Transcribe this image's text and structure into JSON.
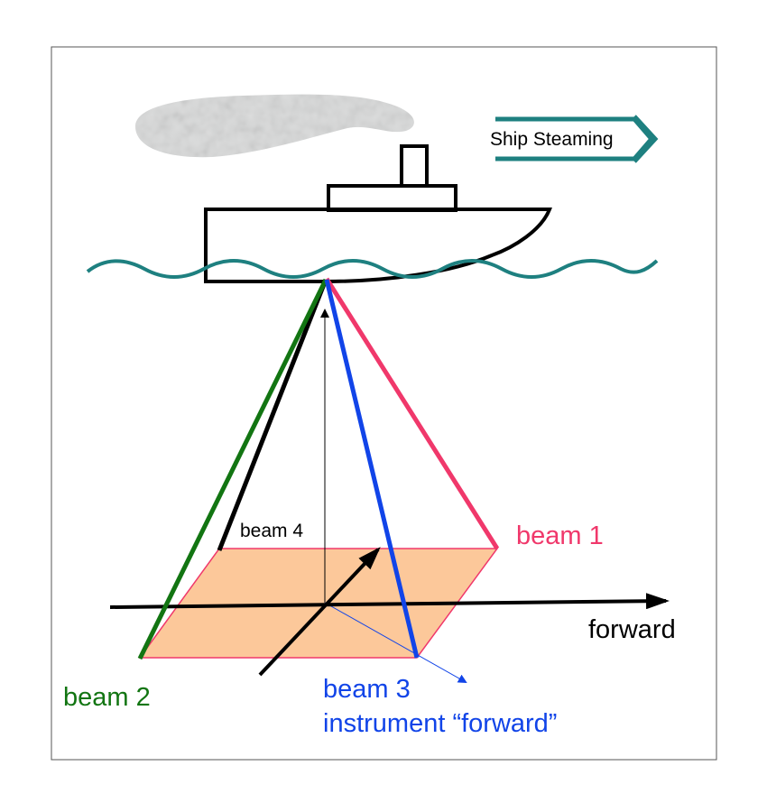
{
  "labels": {
    "ship_steaming": "Ship Steaming",
    "beam1": "beam 1",
    "beam2": "beam 2",
    "beam3": "beam 3",
    "beam4": "beam 4",
    "instrument_forward": "instrument “forward”",
    "forward": "forward"
  },
  "colors": {
    "frame": "#555555",
    "ship": "#000000",
    "water": "#1e8080",
    "steaming_arrow": "#1e8080",
    "beam1": "#f0386b",
    "beam2": "#127512",
    "beam3": "#1144e8",
    "beam4": "#000000",
    "footprint_fill": "#fcc89a",
    "footprint_edge": "#f0386b",
    "smoke": "#d9dada"
  }
}
